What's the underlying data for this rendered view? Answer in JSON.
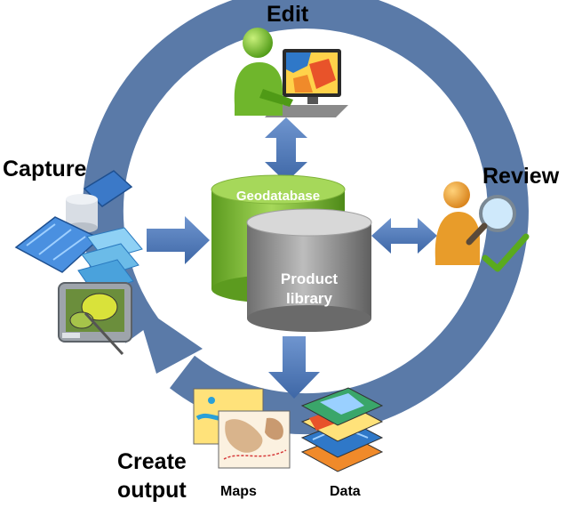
{
  "stages": {
    "edit": "Edit",
    "capture": "Capture",
    "review": "Review",
    "create_output_line1": "Create",
    "create_output_line2": "output"
  },
  "outputs": {
    "maps": "Maps",
    "data": "Data"
  },
  "center": {
    "geodatabase": "Geodatabase",
    "product_library_line1": "Product",
    "product_library_line2": "library"
  },
  "colors": {
    "ring": "#5a7aa8",
    "arrow": "#4f79b8",
    "geodatabase": "#8cc63f",
    "product_library": "#9a9a9a",
    "person_edit": "#6fb62c",
    "person_review": "#e89c2a",
    "check": "#5aaa1e"
  },
  "icons": {
    "edit": "person-at-computer-icon",
    "capture": "satellite-imagery-stack-icon",
    "review": "person-with-magnifier-icon",
    "maps": "map-sheets-icon",
    "data": "data-layers-icon"
  }
}
